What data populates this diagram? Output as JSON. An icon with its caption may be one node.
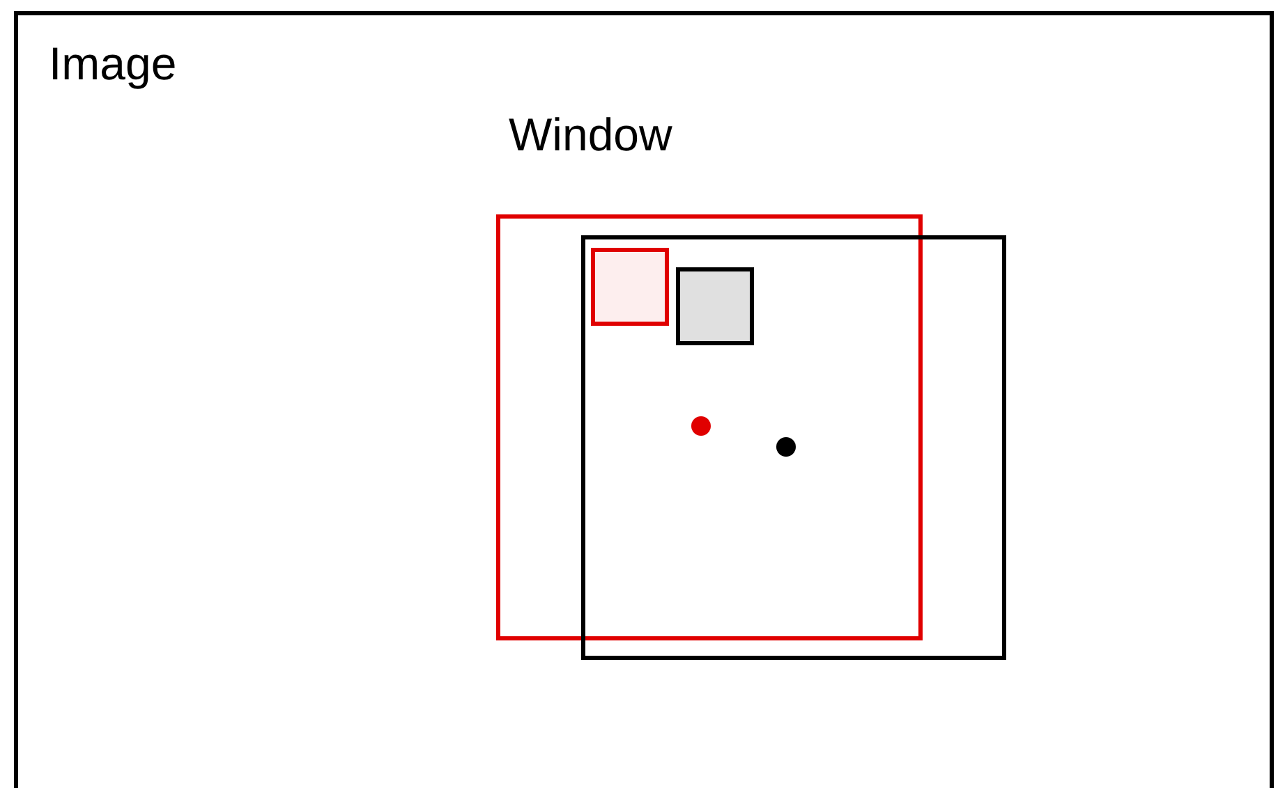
{
  "diagram": {
    "nodes": [
      {
        "text": [
          "Image"
        ]
      },
      {
        "text": [],
        "shape": "box",
        "in": 0
      },
      {
        "text": [],
        "shape": "box",
        "in": 0
      },
      {
        "text": [],
        "shape": "box"
      },
      {
        "text": [],
        "shape": "box"
      },
      {
        "text": [],
        "shape": "circle"
      },
      {
        "text": [],
        "shape": "circle"
      }
    ],
    "labels": [
      "Window"
    ]
  }
}
